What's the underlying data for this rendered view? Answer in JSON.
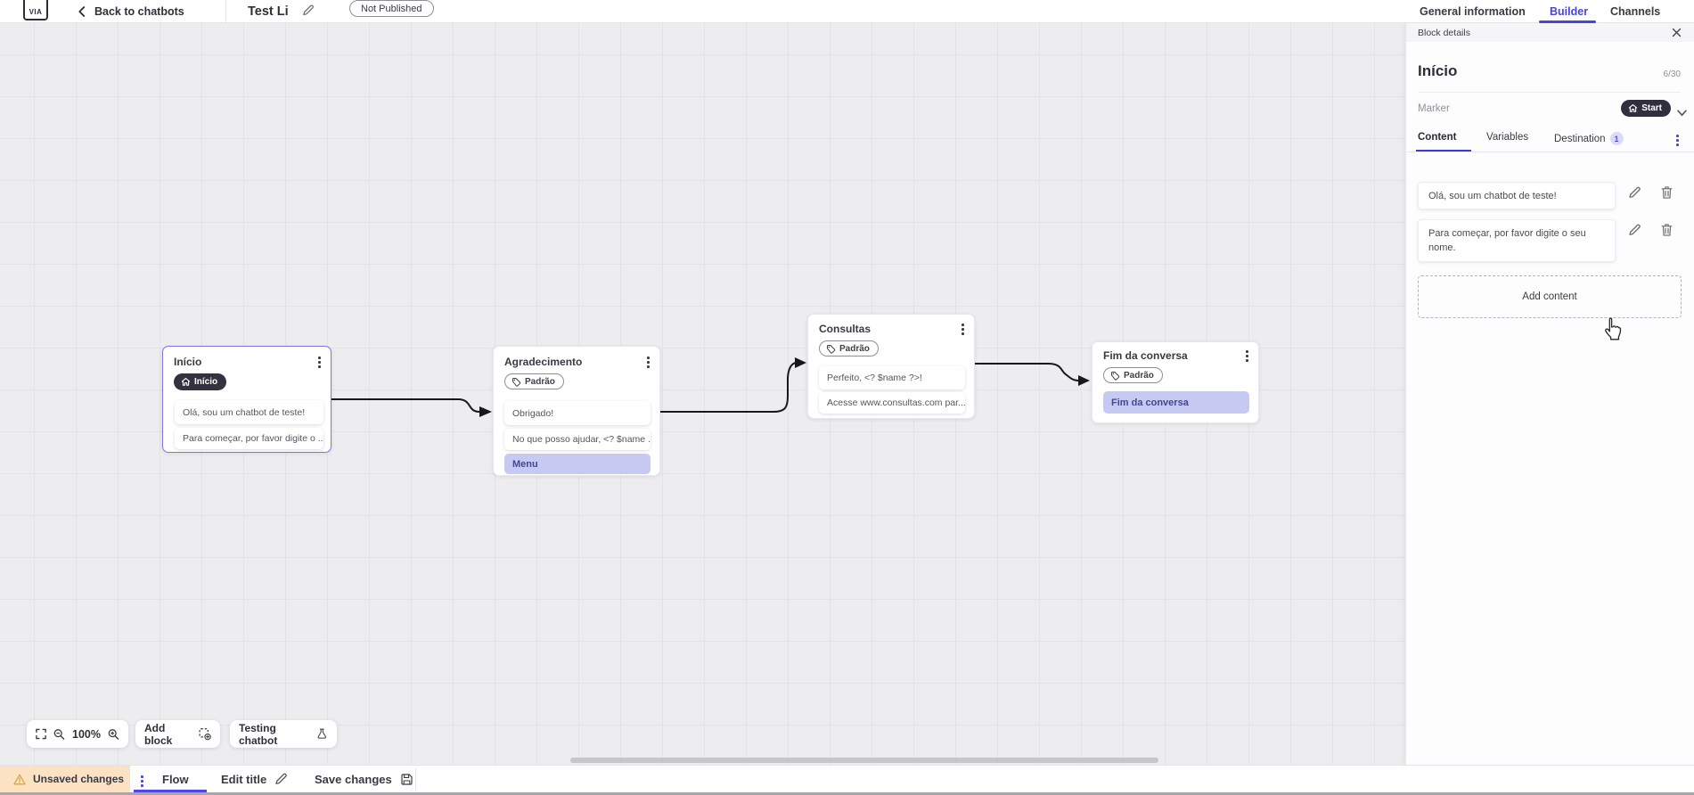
{
  "topbar": {
    "logo_text": "VIA",
    "back_label": "Back to chatbots",
    "bot_title": "Test Li",
    "status_badge": "Not Published",
    "tabs": [
      {
        "label": "General information",
        "active": false
      },
      {
        "label": "Builder",
        "active": true
      },
      {
        "label": "Channels",
        "active": false
      }
    ]
  },
  "panel": {
    "header": "Block details",
    "block_name": "Início",
    "char_counter": "6/30",
    "marker_label": "Marker",
    "marker_value": "Start",
    "tabs": [
      {
        "label": "Content",
        "active": true
      },
      {
        "label": "Variables",
        "active": false
      },
      {
        "label": "Destination",
        "active": false,
        "badge": "1"
      }
    ],
    "content_items": [
      {
        "text": "Olá, sou um chatbot de teste!"
      },
      {
        "text": "Para começar, por favor digite o seu nome."
      }
    ],
    "add_content_label": "Add content"
  },
  "canvas": {
    "blocks": [
      {
        "title": "Início",
        "badge": {
          "label": "Início",
          "variant": "dark",
          "icon": "home"
        },
        "items": [
          {
            "text": "Olá, sou um chatbot de teste!",
            "type": "message"
          },
          {
            "text": "Para começar, por favor digite o ...",
            "type": "message"
          }
        ],
        "selected": true
      },
      {
        "title": "Agradecimento",
        "badge": {
          "label": "Padrão",
          "variant": "outline",
          "icon": "tag"
        },
        "items": [
          {
            "text": "Obrigado!",
            "type": "message"
          },
          {
            "text": "No que posso ajudar, <? $name ...",
            "type": "message"
          },
          {
            "text": "Menu",
            "type": "button"
          }
        ],
        "selected": false
      },
      {
        "title": "Consultas",
        "badge": {
          "label": "Padrão",
          "variant": "outline",
          "icon": "tag"
        },
        "items": [
          {
            "text": "Perfeito, <? $name ?>!",
            "type": "message"
          },
          {
            "text": "Acesse www.consultas.com par...",
            "type": "message"
          }
        ],
        "selected": false
      },
      {
        "title": "Fim da conversa",
        "badge": {
          "label": "Padrão",
          "variant": "outline",
          "icon": "tag"
        },
        "items": [
          {
            "text": "Fim da conversa",
            "type": "button"
          }
        ],
        "selected": false
      }
    ],
    "zoom_level": "100%",
    "add_block_label": "Add block",
    "testing_chatbot_label": "Testing chatbot"
  },
  "bottombar": {
    "unsaved_label": "Unsaved changes",
    "flow_tab": "Flow",
    "edit_title_label": "Edit title",
    "save_label": "Save changes"
  },
  "colors": {
    "accent": "#4645d8",
    "selected_block_border": "#8274e8",
    "dark_pill": "#34323f",
    "lavender_item": "#c6caf3",
    "warning_bg": "#fbe2c3",
    "warning_icon": "#dca63c",
    "wire": "#18181c"
  }
}
